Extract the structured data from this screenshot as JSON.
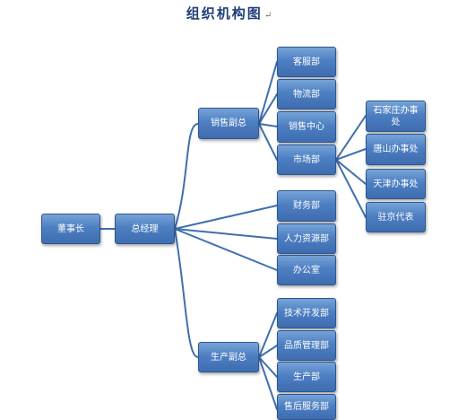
{
  "title": "组织机构图",
  "chart": {
    "root": "董事长",
    "general_manager": "总经理",
    "sales_vp": {
      "label": "销售副总",
      "departments": [
        "客服部",
        "物流部",
        "销售中心",
        "市场部"
      ],
      "market_offices": [
        "石家庄办事处",
        "唐山办事处",
        "天津办事处",
        "驻京代表"
      ]
    },
    "gm_departments": [
      "财务部",
      "人力资源部",
      "办公室"
    ],
    "production_vp": {
      "label": "生产副总",
      "departments": [
        "技术开发部",
        "品质管理部",
        "生产部",
        "售后服务部"
      ]
    }
  }
}
